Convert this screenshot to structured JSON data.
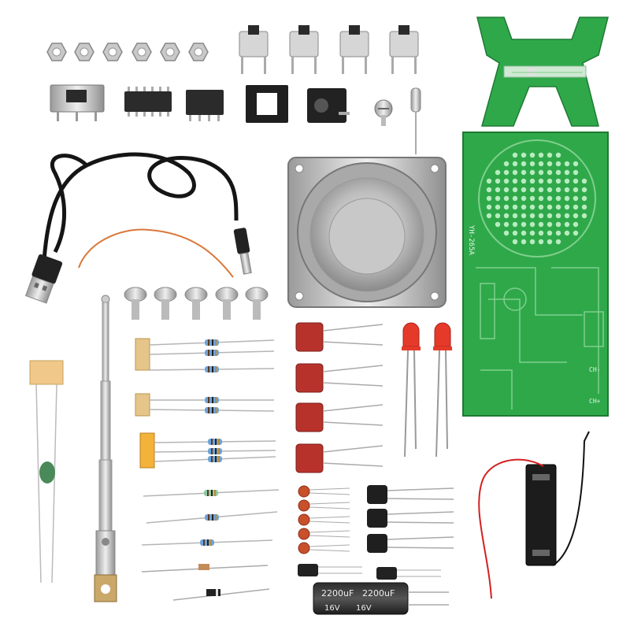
{
  "photo": {
    "pcb": {
      "model_label": "YH-265A",
      "jack_labels": [
        "CH-",
        "CH+"
      ]
    },
    "electrolytic_capacitor": {
      "value_label": "2200uF",
      "voltage_label": "16V",
      "value_label_2": "2200uF",
      "voltage_label_2": "16V"
    }
  },
  "colors": {
    "pcb_green": "#2fa84a",
    "pcb_trace": "#7fd08d",
    "cap_red": "#b8322c",
    "led_red": "#e53a2a",
    "wire_copper": "#d9783a",
    "battery_black": "#1c1c1c"
  }
}
